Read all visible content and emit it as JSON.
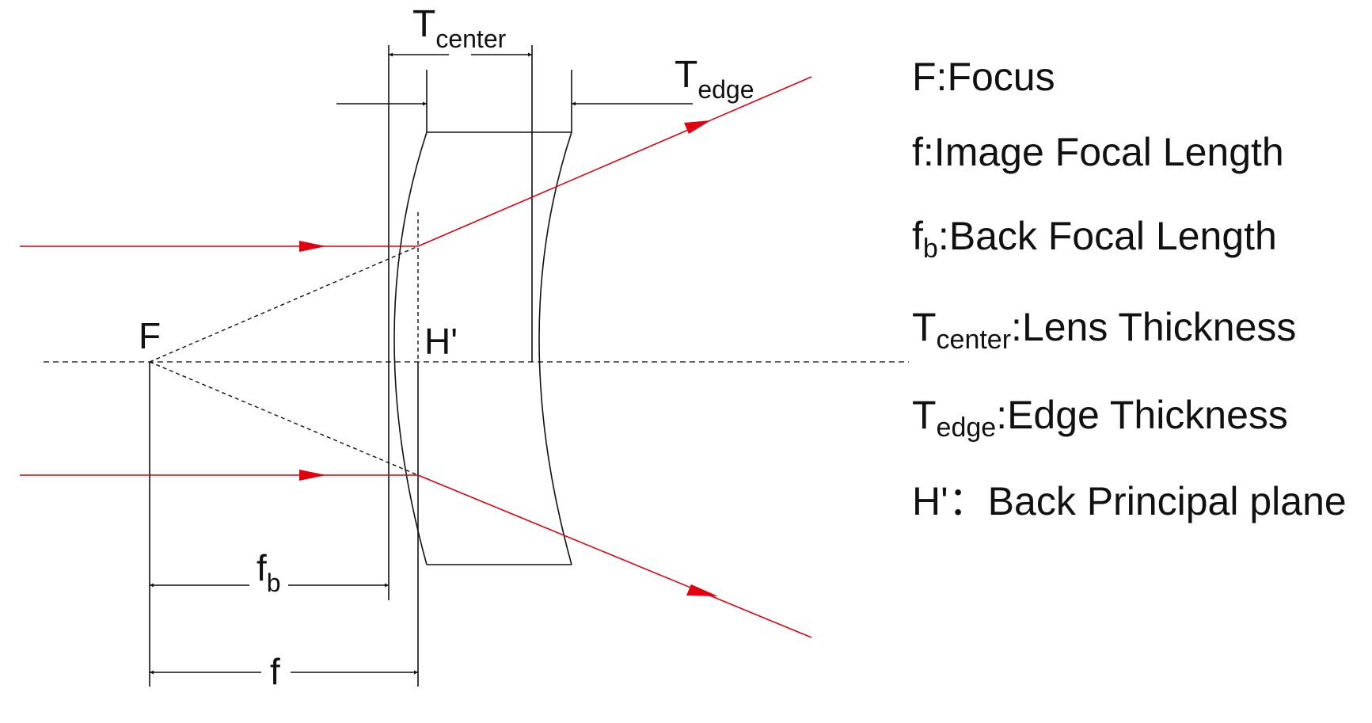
{
  "colors": {
    "ray": "#e0000f",
    "line": "#111111",
    "background": "#ffffff"
  },
  "diagram": {
    "labels": {
      "focus": "F",
      "principal_plane": "H'",
      "tcenter_main": "T",
      "tcenter_sub": "center",
      "tedge_main": "T",
      "tedge_sub": "edge",
      "fb_main": "f",
      "fb_sub": "b",
      "f": "f"
    }
  },
  "legend": {
    "items": [
      {
        "main": "F",
        "sub": "",
        "text": ":Focus"
      },
      {
        "main": "f",
        "sub": "",
        "text": ":Image Focal Length"
      },
      {
        "main": "f",
        "sub": "b",
        "text": ":Back Focal Length"
      },
      {
        "main": "T",
        "sub": "center",
        "text": ":Lens Thickness"
      },
      {
        "main": "T",
        "sub": "edge",
        "text": ":Edge Thickness"
      },
      {
        "main": "H'",
        "sub": "",
        "text": "：Back Principal plane"
      }
    ]
  }
}
